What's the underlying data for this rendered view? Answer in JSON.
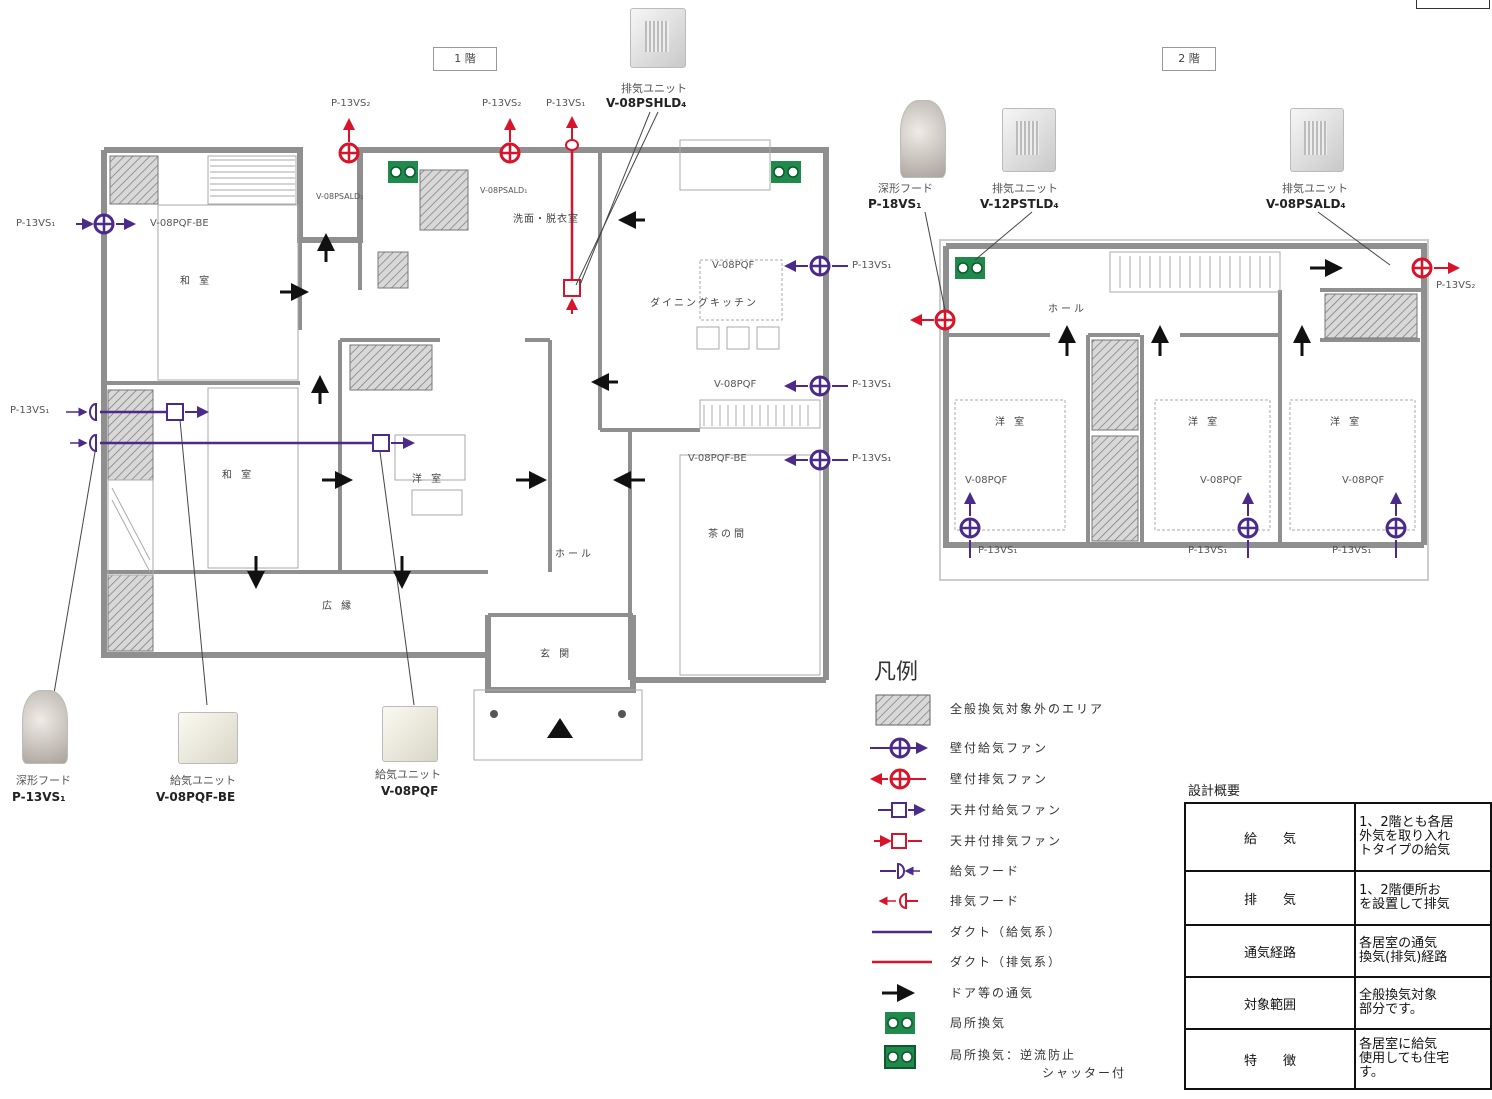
{
  "floors": {
    "f1": "1 階",
    "f2": "2 階"
  },
  "rooms_f1": {
    "washitsu_top": "和 室",
    "washitsu_bottom": "和 室",
    "senmen": "洗面・脱衣室",
    "dining": "ダイニングキッチン",
    "yoshitsu": "洋 室",
    "hall": "ホール",
    "chanoma": "茶の間",
    "hiroen": "広 縁",
    "genkan": "玄 関"
  },
  "rooms_f2": {
    "hall": "ホール",
    "yoshitsu1": "洋 室",
    "yoshitsu2": "洋 室",
    "yoshitsu3": "洋 室"
  },
  "labels_f1": {
    "p13vs_top1": "P-13VS₂",
    "p13vs_top2": "P-13VS₂",
    "p13vs_top3": "P-13VS₁",
    "v08psald_1": "V-08PSALD₁",
    "v08psald_2": "V-08PSALD₁",
    "exhaust_unit_caption": "排気ユニット",
    "exhaust_unit_model": "V-08PSHLD₄",
    "left_supply_model": "P-13VS₁",
    "left_supply_target": "V-08PQF-BE",
    "left_supply2_model": "P-13VS₁",
    "right_dining_target": "V-08PQF",
    "right_dining_model": "P-13VS₁",
    "right_mid_target": "V-08PQF",
    "right_mid_model": "P-13VS₁",
    "right_low_target": "V-08PQF-BE",
    "right_low_model": "P-13VS₁"
  },
  "labels_f2": {
    "hood_caption": "深形フード",
    "hood_model": "P-18VS₁",
    "unit12_caption": "排気ユニット",
    "unit12_model": "V-12PSTLD₄",
    "unit08_caption": "排気ユニット",
    "unit08_model": "V-08PSALD₄",
    "right_model": "P-13VS₂",
    "v1": "V-08PQF",
    "v2": "V-08PQF",
    "v3": "V-08PQF",
    "p1": "P-13VS₁",
    "p2": "P-13VS₁",
    "p3": "P-13VS₁"
  },
  "products_bottom": {
    "hood_caption": "深形フード",
    "hood_model": "P-13VS₁",
    "unit_be_caption": "給気ユニット",
    "unit_be_model": "V-08PQF-BE",
    "unit_caption": "給気ユニット",
    "unit_model": "V-08PQF"
  },
  "legend": {
    "title": "凡例",
    "items": [
      "全般換気対象外のエリア",
      "壁付給気ファン",
      "壁付排気ファン",
      "天井付給気ファン",
      "天井付排気ファン",
      "給気フード",
      "排気フード",
      "ダクト（給気系）",
      "ダクト（排気系）",
      "ドア等の通気",
      "局所換気",
      "局所換気：逆流防止",
      "シャッター付"
    ]
  },
  "summary": {
    "title": "設計概要",
    "rows": [
      {
        "head": "給　　気",
        "lines": [
          "1、2階とも各居",
          "外気を取り入れ",
          "トタイプの給気"
        ]
      },
      {
        "head": "排　　気",
        "lines": [
          "1、2階便所お",
          "を設置して排気"
        ]
      },
      {
        "head": "通気経路",
        "lines": [
          "各居室の通気",
          "換気(排気)経路"
        ]
      },
      {
        "head": "対象範囲",
        "lines": [
          "全般換気対象",
          "部分です。"
        ]
      },
      {
        "head": "特　　徴",
        "lines": [
          "各居室に給気",
          "使用しても住宅",
          "す。"
        ]
      }
    ]
  },
  "colors": {
    "supply": "#4b2a8a",
    "exhaust": "#d8142b",
    "wall": "#8f8f8f",
    "local": "#1f8a4c"
  }
}
